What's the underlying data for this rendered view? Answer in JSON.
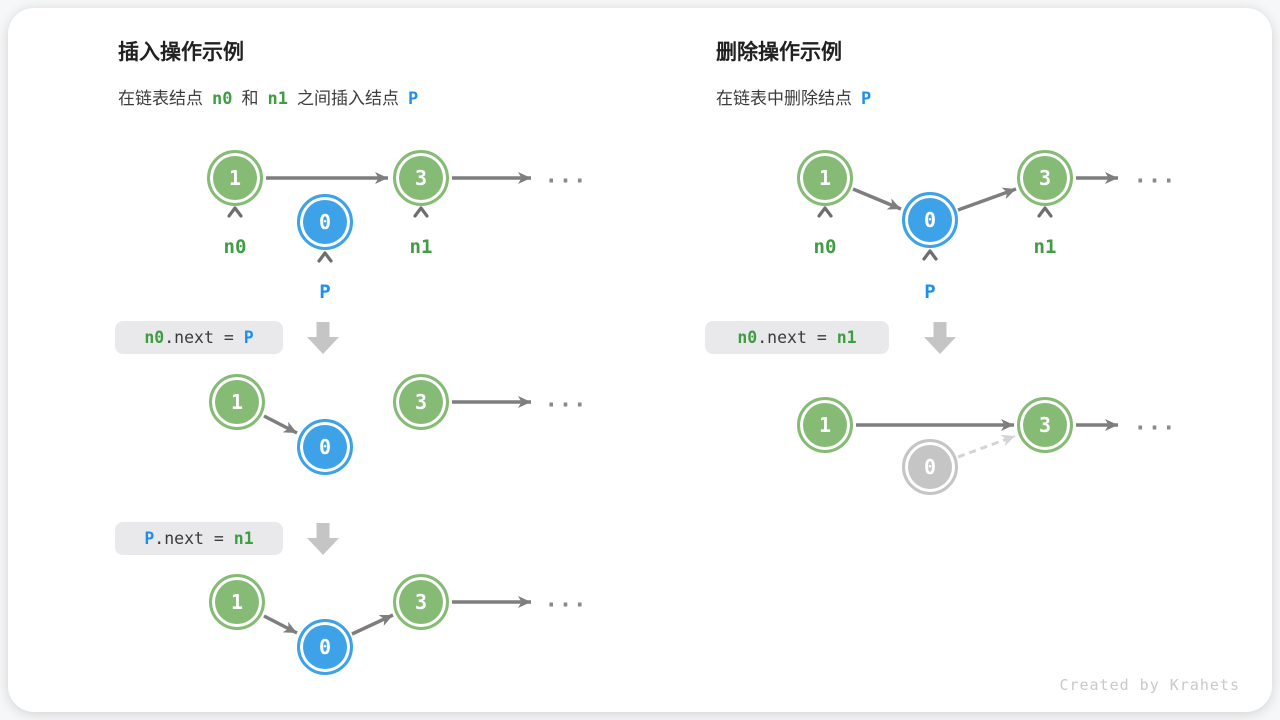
{
  "insert_panel": {
    "title": "插入操作示例",
    "subtitle": {
      "t1": "在链表结点",
      "n0": "n0",
      "t2": "和",
      "n1": "n1",
      "t3": "之间插入结点",
      "p": "P"
    },
    "code1": {
      "lhs": "n0",
      "mid": ".next = ",
      "rhs": "P"
    },
    "code2": {
      "lhs": "P",
      "mid": ".next = ",
      "rhs": "n1"
    },
    "step1": {
      "nodes": [
        "1",
        "0",
        "3"
      ],
      "labels": [
        "n0",
        "P",
        "n1"
      ],
      "ellipsis": "..."
    },
    "step2": {
      "nodes": [
        "1",
        "0",
        "3"
      ],
      "ellipsis": "..."
    },
    "step3": {
      "nodes": [
        "1",
        "0",
        "3"
      ],
      "ellipsis": "..."
    }
  },
  "delete_panel": {
    "title": "删除操作示例",
    "subtitle": {
      "t1": "在链表中删除结点",
      "p": "P"
    },
    "code1": {
      "lhs": "n0",
      "mid": ".next = ",
      "rhs": "n1"
    },
    "step1": {
      "nodes": [
        "1",
        "0",
        "3"
      ],
      "labels": [
        "n0",
        "P",
        "n1"
      ],
      "ellipsis": "..."
    },
    "step2": {
      "nodes": [
        "1",
        "0",
        "3"
      ],
      "ellipsis": "..."
    }
  },
  "watermark": "Created by Krahets",
  "colors": {
    "node_green": "#86bb76",
    "node_blue": "#3da2e8",
    "node_gray": "#c5c5c5",
    "label_green": "#3f9d44",
    "label_blue": "#1e90eb",
    "arrow_gray": "#7e7e7e",
    "removed_link_gray": "#d4d4d4",
    "block_arrow_gray": "#c5c5c5",
    "code_bg": "#e9e9eb",
    "watermark_gray": "#c9c9c9"
  }
}
